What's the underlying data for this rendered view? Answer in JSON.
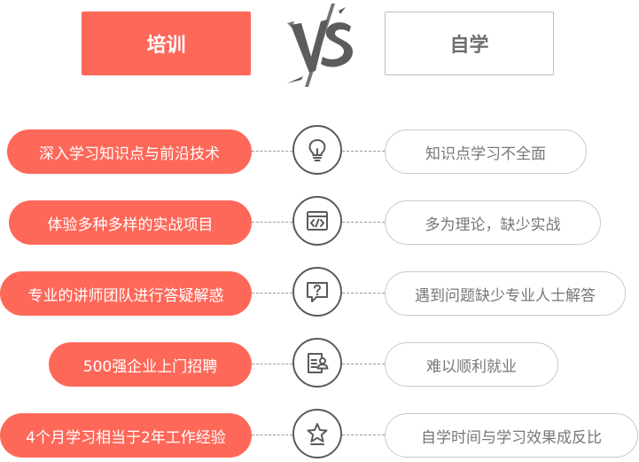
{
  "header": {
    "left_label": "培训",
    "right_label": "自学",
    "vs_icon": "vs-brush-icon"
  },
  "rows": [
    {
      "training": "深入学习知识点与前沿技术",
      "self_study": "知识点学习不全面",
      "icon": "lightbulb-icon"
    },
    {
      "training": "体验多种多样的实战项目",
      "self_study": "多为理论，缺少实战",
      "icon": "code-window-icon"
    },
    {
      "training": "专业的讲师团队进行答疑解惑",
      "self_study": "遇到问题缺少专业人士解答",
      "icon": "question-bubble-icon"
    },
    {
      "training": "500强企业上门招聘",
      "self_study": "难以顺利就业",
      "icon": "resume-icon"
    },
    {
      "training": "4个月学习相当于2年工作经验",
      "self_study": "自学时间与学习效果成反比",
      "icon": "star-badge-icon"
    }
  ],
  "colors": {
    "accent": "#fe6859",
    "icon_stroke": "#5a5a5a",
    "muted_text": "#777777",
    "vs_color": "#5c5c5c"
  }
}
